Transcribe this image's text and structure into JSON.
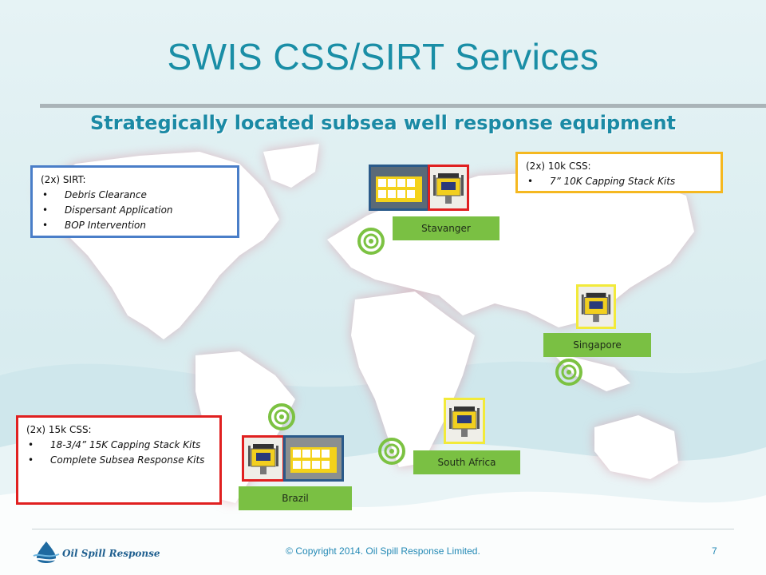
{
  "slide": {
    "title": "SWIS CSS/SIRT Services",
    "subtitle": "Strategically located subsea well response equipment"
  },
  "boxes": {
    "sirt": {
      "heading": "(2x) SIRT:",
      "items": [
        "Debris Clearance",
        "Dispersant Application",
        "BOP Intervention"
      ],
      "border_color": "#4a7ec8"
    },
    "css10k": {
      "heading": "(2x) 10k CSS:",
      "items": [
        "7” 10K Capping Stack  Kits"
      ],
      "border_color": "#f5b820"
    },
    "css15k": {
      "heading": "(2x) 15k CSS:",
      "items": [
        "18-3/4” 15K Capping Stack Kits",
        "Complete Subsea Response Kits"
      ],
      "border_color": "#e02020"
    }
  },
  "locations": {
    "stavanger": "Stavanger",
    "singapore": "Singapore",
    "south_africa": "South Africa",
    "brazil": "Brazil"
  },
  "colors": {
    "title": "#1a8ea6",
    "location_label": "#7ac043",
    "target_ring": "#7cc242",
    "frame_blue": "#2a5a8a",
    "frame_red": "#e02020",
    "frame_yellow": "#f2ea3a"
  },
  "icons": {
    "location_marker": "target-rings-icon",
    "equipment_kit": "capping-stack-icon",
    "response_kit": "subsea-kit-icon",
    "logo": "oil-spill-response-logo"
  },
  "footer": {
    "copyright": "© Copyright 2014.  Oil Spill Response Limited.",
    "page_number": "7",
    "logo_text": "Oil Spill Response"
  }
}
